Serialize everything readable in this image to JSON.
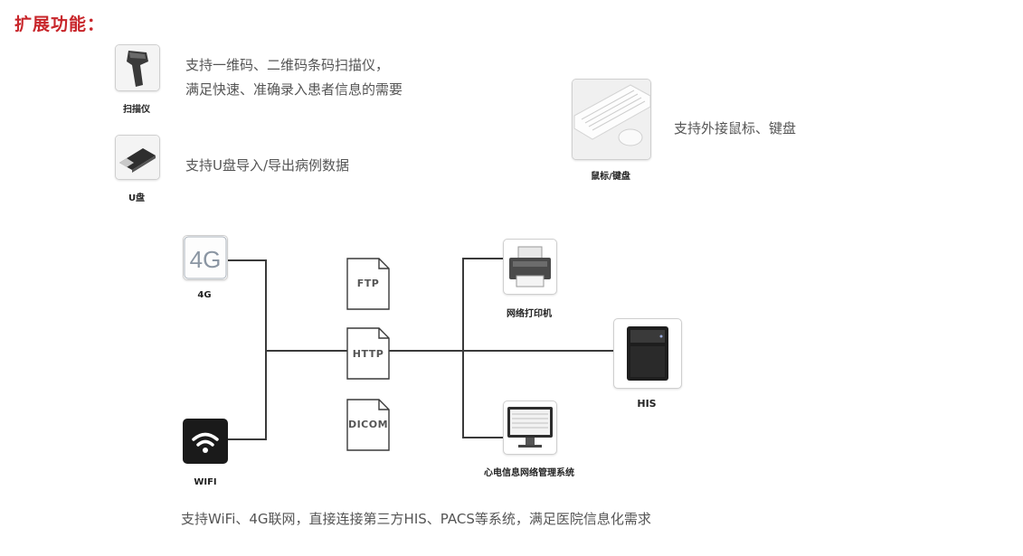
{
  "section_title": "扩展功能：",
  "features": {
    "scanner": {
      "caption": "扫描仪",
      "lines": [
        "支持一维码、二维码条码扫描仪，",
        "满足快速、准确录入患者信息的需要"
      ]
    },
    "usb": {
      "caption": "U盘",
      "text": "支持U盘导入/导出病例数据"
    },
    "mouse_keyboard": {
      "caption": "鼠标/键盘",
      "text": "支持外接鼠标、键盘"
    }
  },
  "network": {
    "nodes": {
      "g4": {
        "caption": "4G",
        "icon_text": "4G"
      },
      "wifi": {
        "caption": "WIFI"
      },
      "printer": {
        "caption": "网络打印机"
      },
      "his": {
        "caption": "HIS"
      },
      "ecg_system": {
        "caption": "心电信息网络管理系统"
      }
    },
    "protocols": [
      "FTP",
      "HTTP",
      "DICOM"
    ]
  },
  "footer_text": "支持WiFi、4G联网，直接连接第三方HIS、PACS等系统，满足医院信息化需求",
  "colors": {
    "title": "#c8262b",
    "line": "#3a3a3a",
    "text": "#555555"
  }
}
